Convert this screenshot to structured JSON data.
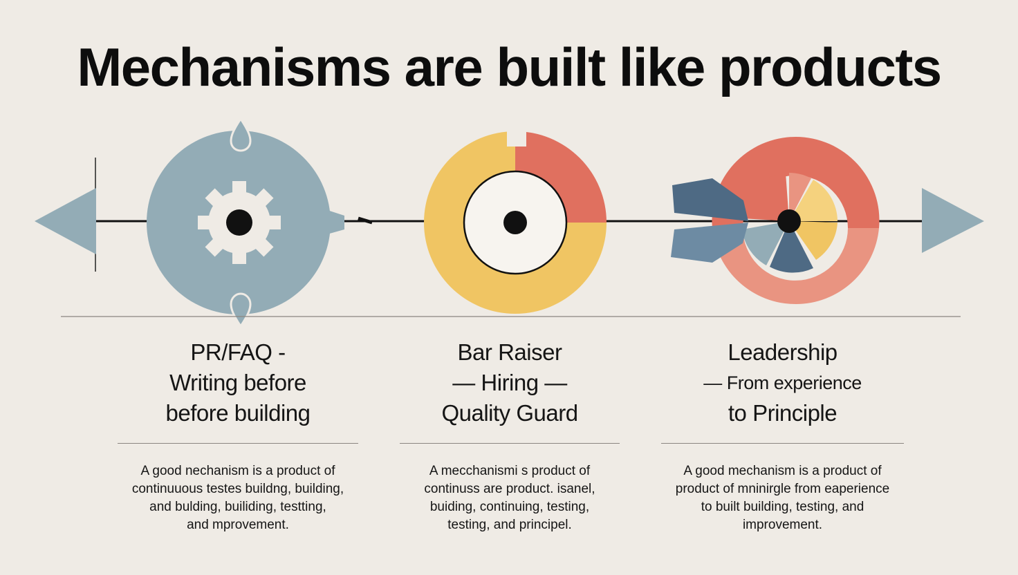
{
  "title": "Mechanisms are built like products",
  "colors": {
    "background": "#efebe5",
    "slate_blue": "#93acb6",
    "yellow": "#f0c563",
    "coral": "#e0705f",
    "salmon": "#e99481",
    "navy": "#4e6a84",
    "black": "#111111"
  },
  "icons": [
    "arrow-left-icon",
    "gear-icon",
    "circle-target-icon",
    "pie-target-icon",
    "arrow-right-icon"
  ],
  "columns": [
    {
      "heading": [
        "PR/FAQ -",
        "Writing before",
        "before building"
      ],
      "description": [
        "A good nechanism  is a product of",
        "continuuous testes buildng, building,",
        "and bulding, builiding,  testting,",
        "and mprovement."
      ]
    },
    {
      "heading": [
        "Bar Raiser",
        "— Hiring —",
        "Quality Guard"
      ],
      "description": [
        "A  mecchanismi s product of",
        "continuss are product. isanel,",
        "buiding, continuing, testing,",
        "testing, and principel."
      ]
    },
    {
      "heading": [
        "Leadership",
        "— From experience",
        "to Principle"
      ],
      "description": [
        "A good mechanism is a product of",
        "product of mninirgle from eaperience",
        "to built building,  testing, and",
        "improvement."
      ]
    }
  ]
}
